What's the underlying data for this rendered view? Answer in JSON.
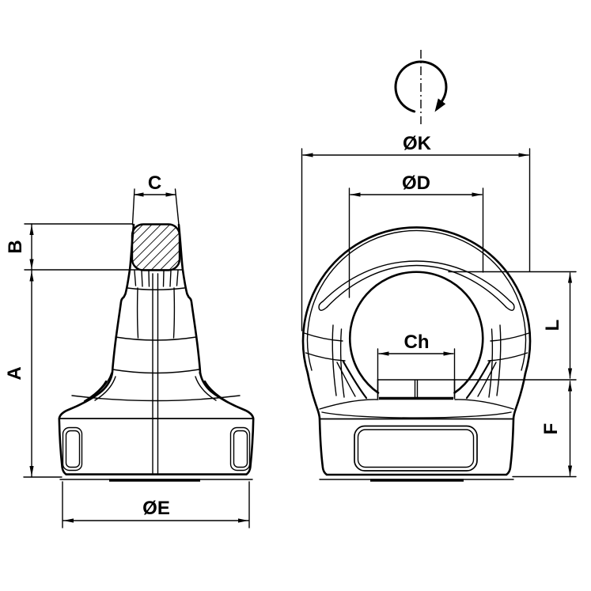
{
  "page": {
    "background_color": "#ffffff",
    "ink_color": "#000000",
    "description_labels_only": true
  },
  "views": {
    "side": {
      "dimension_labels": {
        "c": "C",
        "b": "B",
        "a": "A",
        "oe": "ØE"
      }
    },
    "front": {
      "dimension_labels": {
        "ok": "ØK",
        "od": "ØD",
        "ch": "Ch",
        "l": "L",
        "f": "F"
      }
    }
  },
  "symbols": {
    "rotation_icon": "clockwise-rotation-arrow",
    "hatch_pattern": "diagonal-section-hatching"
  }
}
